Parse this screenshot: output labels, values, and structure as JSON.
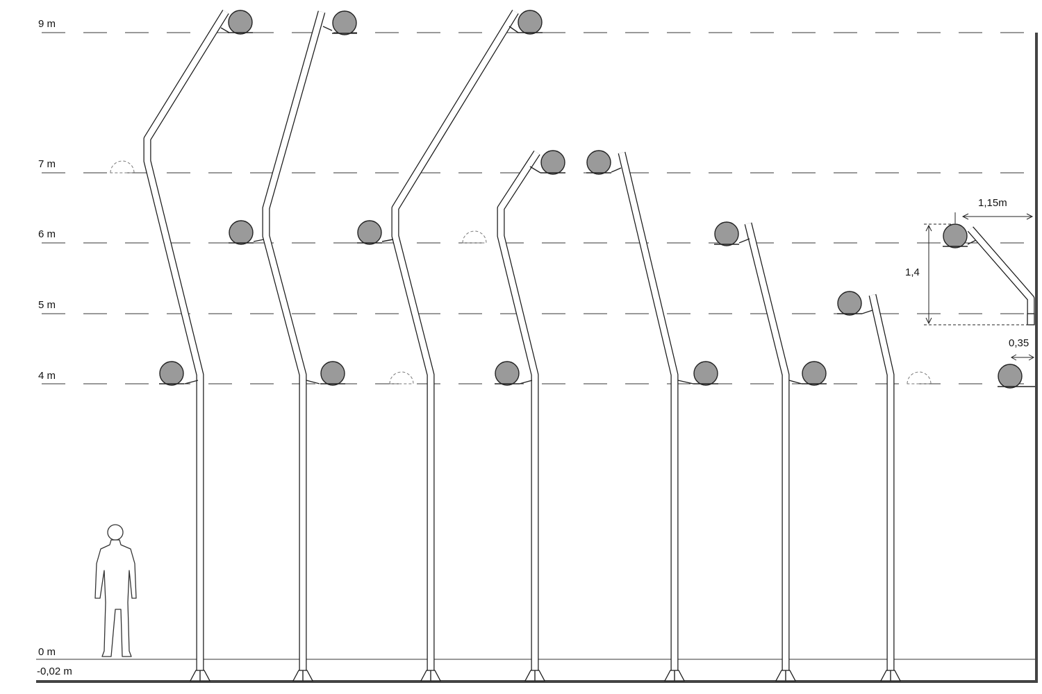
{
  "levels": [
    {
      "label": "9 m",
      "height_m": 9
    },
    {
      "label": "7 m",
      "height_m": 7
    },
    {
      "label": "6 m",
      "height_m": 6
    },
    {
      "label": "5 m",
      "height_m": 5
    },
    {
      "label": "4 m",
      "height_m": 4
    },
    {
      "label": "0 m",
      "height_m": 0
    },
    {
      "label": "-0,02 m",
      "height_m": -0.02
    }
  ],
  "dimensions": {
    "arm_reach": "1,15m",
    "arm_rise": "1,4",
    "wall_offset": "0,35"
  },
  "luminaire_color": "#9a9a9a",
  "poles": [
    {
      "id": 1,
      "top_height_m": 9,
      "luminaire_heights_m": [
        9,
        7,
        4
      ]
    },
    {
      "id": 2,
      "top_height_m": 9,
      "luminaire_heights_m": [
        9,
        6,
        4
      ]
    },
    {
      "id": 3,
      "top_height_m": 9,
      "luminaire_heights_m": [
        9,
        6,
        4
      ]
    },
    {
      "id": 4,
      "top_height_m": 7,
      "luminaire_heights_m": [
        7,
        6,
        4
      ]
    },
    {
      "id": 5,
      "top_height_m": 7,
      "luminaire_heights_m": [
        7,
        4
      ]
    },
    {
      "id": 6,
      "top_height_m": 6,
      "luminaire_heights_m": [
        6,
        4
      ]
    },
    {
      "id": 7,
      "top_height_m": 5,
      "luminaire_heights_m": [
        5,
        4
      ]
    },
    {
      "id": 8,
      "type": "wall-mounted",
      "luminaire_heights_m": [
        6,
        4
      ]
    }
  ]
}
